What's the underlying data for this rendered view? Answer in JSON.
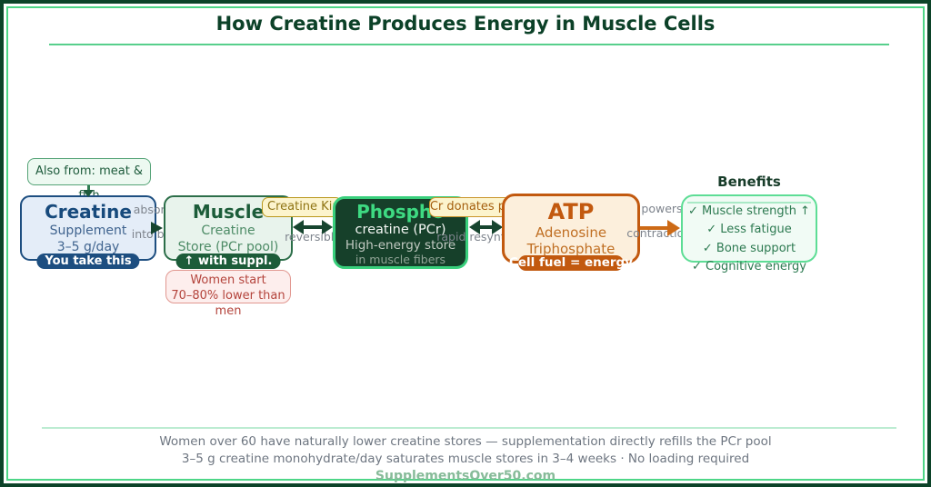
{
  "page": {
    "title": "How Creatine Produces Energy in Muscle Cells",
    "footer_line1": "Women over 60 have naturally lower creatine stores — supplementation directly refills the PCr pool",
    "footer_line2": "3–5 g creatine monohydrate/day saturates muscle stores in 3–4 weeks  ·  No loading required",
    "brand": "SupplementsOver50.com"
  },
  "source_callout": {
    "text": "Also from: meat & fish"
  },
  "boxes": {
    "creatine": {
      "title": "Creatine",
      "line1": "Supplement",
      "line2": "3–5 g/day",
      "badge": "You take this"
    },
    "muscle": {
      "title": "Muscle",
      "line1": "Creatine",
      "line2": "Store (PCr pool)",
      "badge": "↑ with suppl.",
      "note_line1": "Women start",
      "note_line2": "70–80% lower than men"
    },
    "phospho": {
      "title": "Phospho",
      "line1": "creatine (PCr)",
      "line2": "High-energy store",
      "line3": "in muscle fibers"
    },
    "atp": {
      "title": "ATP",
      "line1": "Adenosine",
      "line2": "Triphosphate",
      "badge": "Cell fuel = energy"
    },
    "benefits": {
      "title": "Benefits",
      "items": [
        "✓ Muscle strength ↑",
        "✓ Less fatigue",
        "✓ Bone support",
        "✓ Cognitive energy"
      ]
    }
  },
  "arrow_labels": {
    "absorb_line1": "absorbed",
    "absorb_line2": "into blood",
    "kinase": "Creatine Kinase",
    "reversible": "reversible",
    "donates": "PCr donates phosphate",
    "resynthesis": "rapid resynthesis",
    "powers_line1": "powers",
    "powers_line2": "contractions"
  },
  "colors": {
    "page_border": "#0c4329",
    "accent_green_light": "#4ed687",
    "creatine_border": "#1d4e80",
    "muscle_border": "#2c6e49",
    "phospho_bg": "#16402a",
    "phospho_border": "#39cf7c",
    "atp_border": "#c2590f",
    "benefits_border": "#5ddd95",
    "note_red": "#b4443c",
    "kinase_label": "#8f7413",
    "gray_label": "#7e848d"
  }
}
